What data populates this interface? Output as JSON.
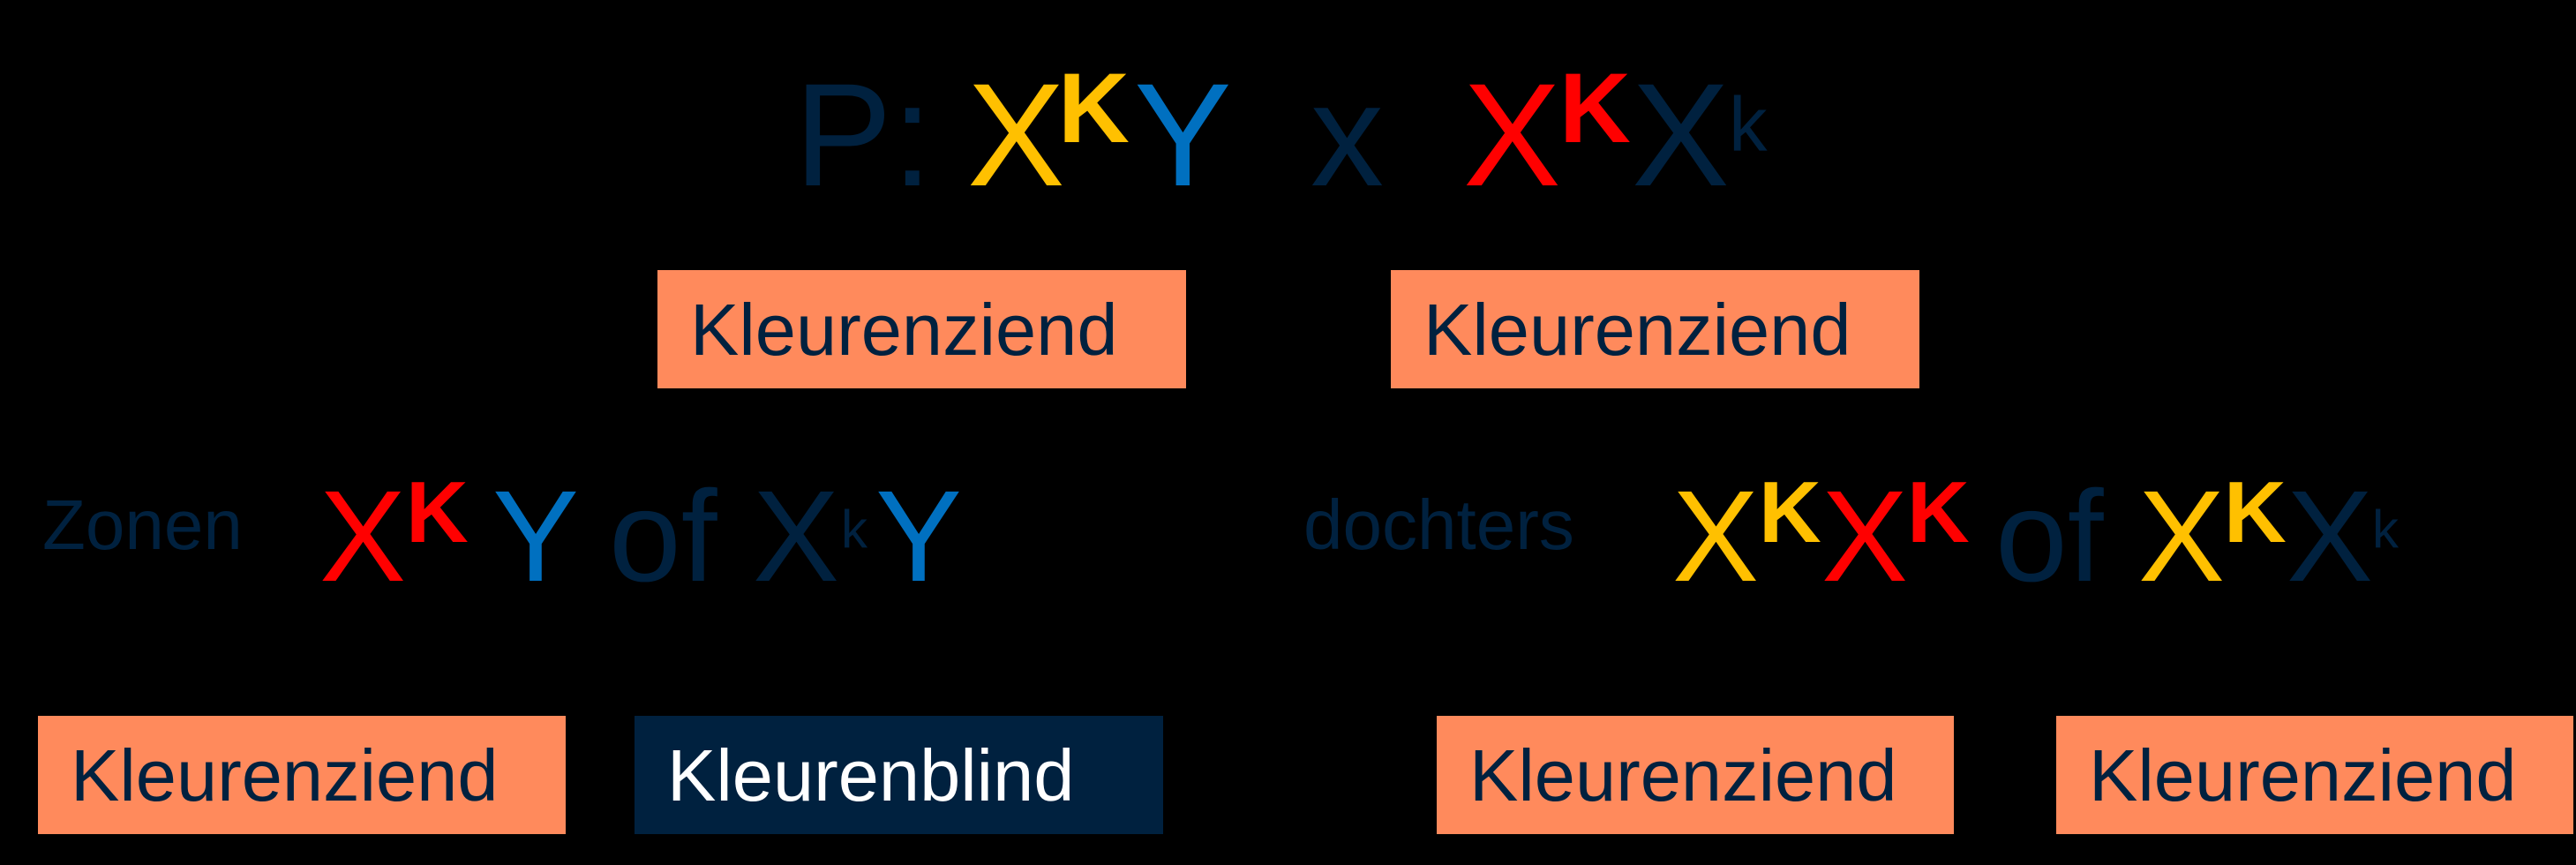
{
  "colors": {
    "background": "#000000",
    "navy": "#00213F",
    "yellow": "#FFC000",
    "red": "#FF0000",
    "blue": "#0070C0",
    "orange_box": "#FF8A5C",
    "white": "#FFFFFF"
  },
  "parents": {
    "prefix": "P:",
    "father": {
      "allele_base": "X",
      "allele_sup": "K",
      "y": "Y"
    },
    "cross": "x",
    "mother": {
      "allele1_base": "X",
      "allele1_sup": "K",
      "allele2_base": "X",
      "allele2_sup": "k"
    },
    "father_phenotype": "Kleurenziend",
    "mother_phenotype": "Kleurenziend"
  },
  "sons": {
    "label": "Zonen",
    "option1": {
      "base": "X",
      "sup": "K",
      "y": "Y"
    },
    "or": "of",
    "option2": {
      "base": "X",
      "sup": "k",
      "y": "Y"
    },
    "phenotype1": "Kleurenziend",
    "phenotype2": "Kleurenblind"
  },
  "daughters": {
    "label": "dochters",
    "option1": {
      "a_base": "X",
      "a_sup": "K",
      "b_base": "X",
      "b_sup": "K"
    },
    "or": "of",
    "option2": {
      "a_base": "X",
      "a_sup": "K",
      "b_base": "X",
      "b_sup": "k"
    },
    "phenotype1": "Kleurenziend",
    "phenotype2": "Kleurenziend"
  }
}
